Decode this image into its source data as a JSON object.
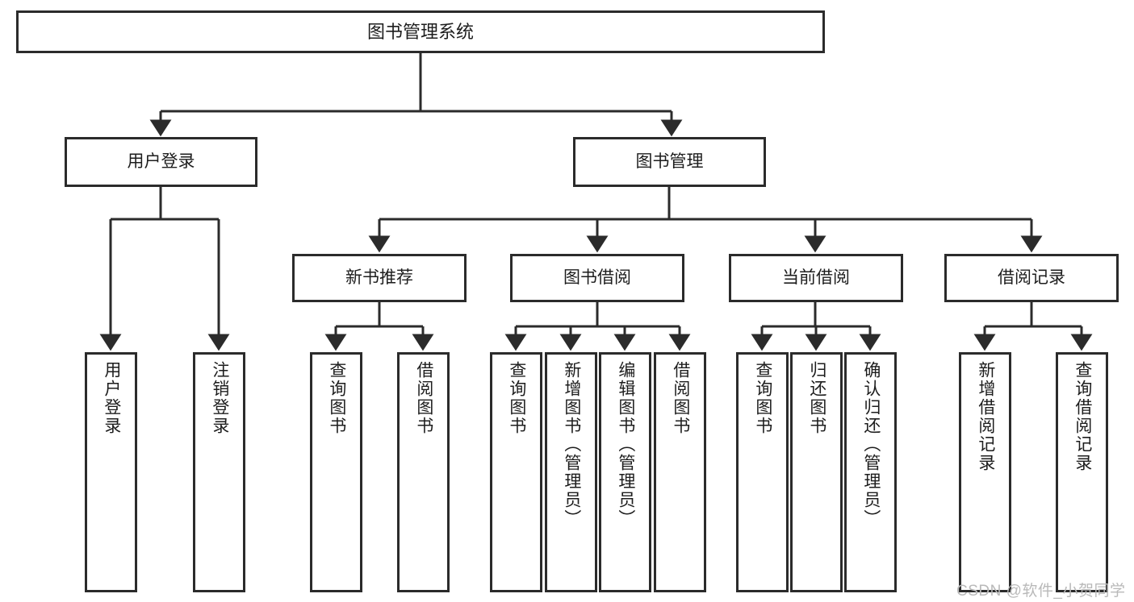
{
  "diagram": {
    "title": "图书管理系统",
    "type": "tree",
    "orientation": "top-down",
    "colors": {
      "box_border": "#2b2b2b",
      "box_fill": "#ffffff",
      "connector": "#2b2b2b",
      "text": "#1d1d1d",
      "background": "#ffffff",
      "watermark": "#b9b9b9"
    },
    "root": {
      "label": "图书管理系统"
    },
    "level2": [
      {
        "label": "用户登录"
      },
      {
        "label": "图书管理"
      }
    ],
    "level3": [
      {
        "label": "新书推荐"
      },
      {
        "label": "图书借阅"
      },
      {
        "label": "当前借阅"
      },
      {
        "label": "借阅记录"
      }
    ],
    "leaves": {
      "user_login": [
        {
          "label": "用户登录"
        },
        {
          "label": "注销登录"
        }
      ],
      "new_book_recommend": [
        {
          "label": "查询图书"
        },
        {
          "label": "借阅图书"
        }
      ],
      "book_borrow": [
        {
          "label": "查询图书"
        },
        {
          "label": "新增图书（管理员）"
        },
        {
          "label": "编辑图书（管理员）"
        },
        {
          "label": "借阅图书"
        }
      ],
      "current_borrow": [
        {
          "label": "查询图书"
        },
        {
          "label": "归还图书"
        },
        {
          "label": "确认归还（管理员）"
        }
      ],
      "borrow_records": [
        {
          "label": "新增借阅记录"
        },
        {
          "label": "查询借阅记录"
        }
      ]
    }
  },
  "watermark": {
    "text": "CSDN @软件_小贺同学"
  }
}
